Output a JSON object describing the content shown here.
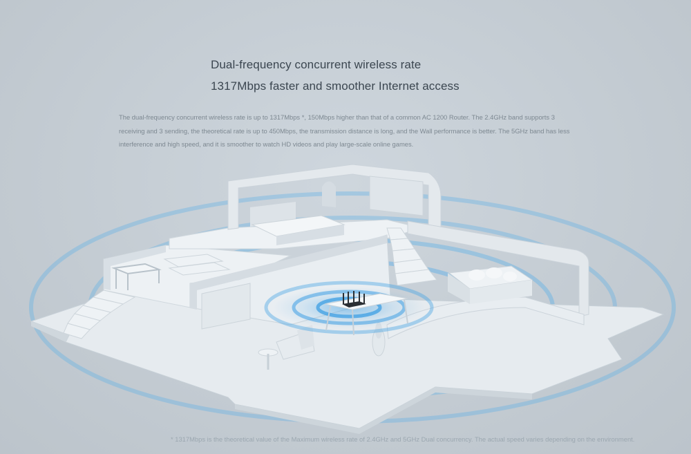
{
  "headline": {
    "line1": "Dual-frequency concurrent wireless rate",
    "line2": "1317Mbps faster and smoother Internet access"
  },
  "description": "The dual-frequency concurrent wireless rate is up to 1317Mbps *, 150Mbps higher than that of a common AC 1200 Router. The 2.4GHz band supports 3 receiving and 3 sending, the theoretical rate is up to 450Mbps, the transmission distance is long, and the Wall performance is better. The 5GHz band has less interference and high speed, and it is smoother to watch HD videos and play large-scale online games.",
  "footnote": "* 1317Mbps is the theoretical value of the Maximum wireless rate of 2.4GHz and 5GHz Dual concurrency. The actual speed varies depending on the environment.",
  "colors": {
    "background": "#c5cdd4",
    "signal": "#4aa6e6",
    "router": "#2a2e33",
    "model": "#e8edf1"
  },
  "icons": [
    "router-icon",
    "signal-waves"
  ]
}
